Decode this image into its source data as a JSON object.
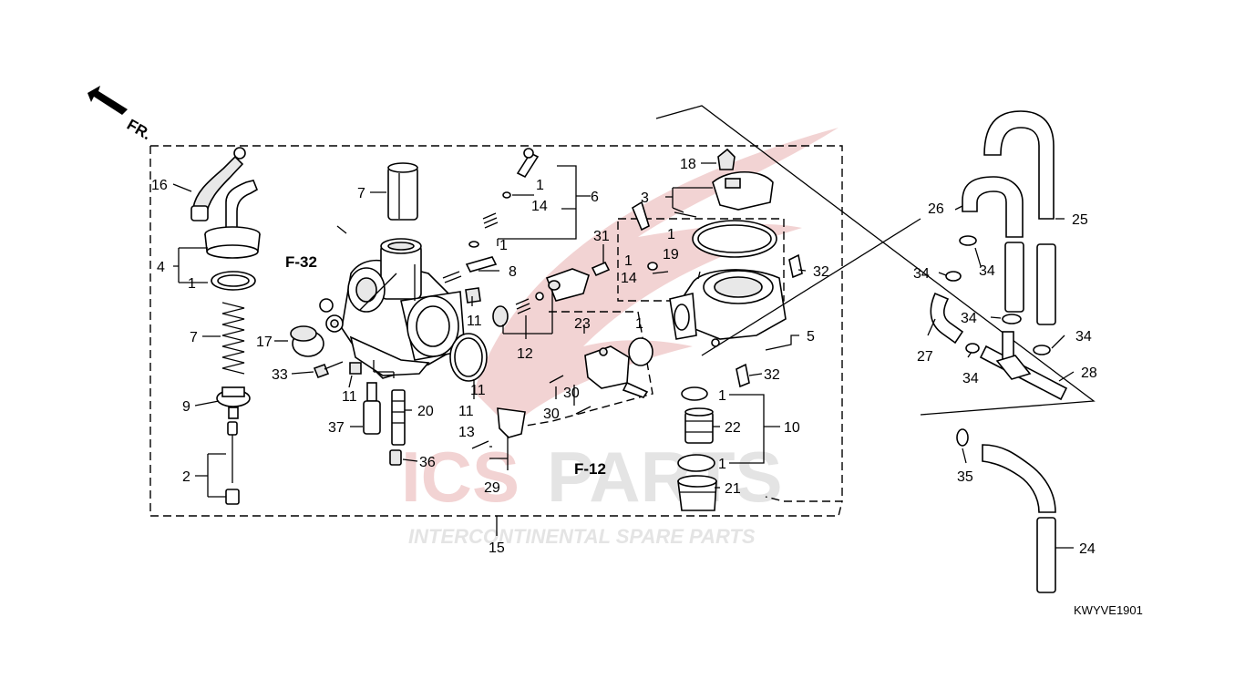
{
  "diagram_code": "KWYVE1901",
  "direction_label": "FR.",
  "references": {
    "ref_f32": "F-32",
    "ref_f12": "F-12"
  },
  "watermark": {
    "brand": "ICSPARTS",
    "tagline": "INTERCONTINENTAL SPARE PARTS",
    "colors": {
      "red": "#f2d3d3",
      "grey": "#e4e4e4"
    }
  },
  "callouts": {
    "c16": "16",
    "c4": "4",
    "c4_1": "1",
    "c7a": "7",
    "c7b": "7",
    "c17": "17",
    "c33": "33",
    "c9": "9",
    "c2": "2",
    "c11a": "11",
    "c11b": "11",
    "c11c": "11",
    "c11d": "11",
    "c37": "37",
    "c20": "20",
    "c36": "36",
    "c6_1a": "1",
    "c6_14": "14",
    "c6": "6",
    "c6_1b": "1",
    "c8": "8",
    "c12": "12",
    "c31": "31",
    "c23": "23",
    "c23_1": "1",
    "c30a": "30",
    "c30b": "30",
    "c13": "13",
    "c29": "29",
    "c18": "18",
    "c3": "3",
    "c19_1": "1",
    "c19": "19",
    "c14_1": "1",
    "c14": "14",
    "c32a": "32",
    "c32b": "32",
    "c5": "5",
    "c10_1a": "1",
    "c22": "22",
    "c10": "10",
    "c10_1b": "1",
    "c21": "21",
    "c15": "15",
    "c26": "26",
    "c25": "25",
    "c34a": "34",
    "c34b": "34",
    "c34c": "34",
    "c34d": "34",
    "c34e": "34",
    "c27": "27",
    "c28": "28",
    "c35": "35",
    "c24": "24"
  }
}
